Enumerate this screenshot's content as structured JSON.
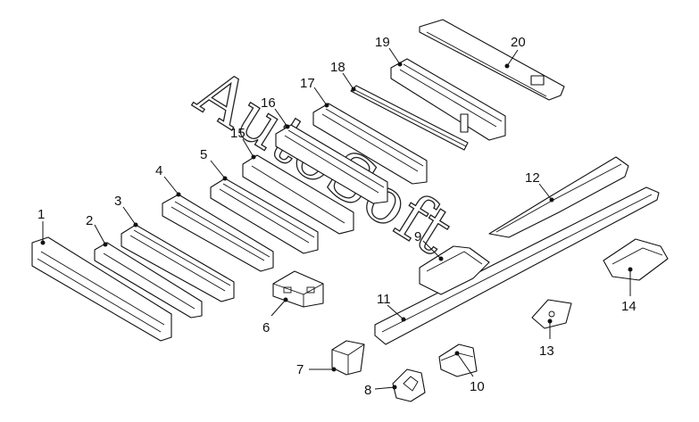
{
  "callouts": [
    "1",
    "2",
    "3",
    "4",
    "5",
    "6",
    "7",
    "8",
    "9",
    "10",
    "11",
    "12",
    "13",
    "14",
    "15",
    "16",
    "17",
    "18",
    "19",
    "20"
  ],
  "watermark": "AutoSoft"
}
